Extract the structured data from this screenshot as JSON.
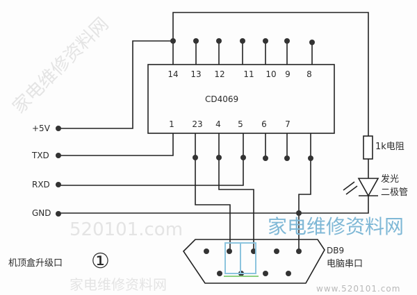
{
  "ic": {
    "name": "CD4069",
    "top_pins": [
      "14",
      "13",
      "12",
      "11",
      "10",
      "9",
      "8"
    ],
    "bottom_pins": [
      "1",
      "23",
      "4",
      "5",
      "6",
      "7"
    ]
  },
  "terminals": {
    "vcc": "+5V",
    "txd": "TXD",
    "rxd": "RXD",
    "gnd": "GND"
  },
  "resistor_label": "1k电阻",
  "led_label": [
    "发光",
    "二极管"
  ],
  "db9": {
    "name": "DB9",
    "desc": "电脑串口"
  },
  "left_caption": "机顶盒升级口",
  "figure_number": "①",
  "watermark": {
    "site_cn": "家电维修资料网",
    "site_url": "www.520101.com",
    "url_short": "520101.com"
  },
  "colors": {
    "line": "#222222",
    "watermark_blue": "#7fb8d6",
    "watermark_gray": "#e4e4e4"
  }
}
